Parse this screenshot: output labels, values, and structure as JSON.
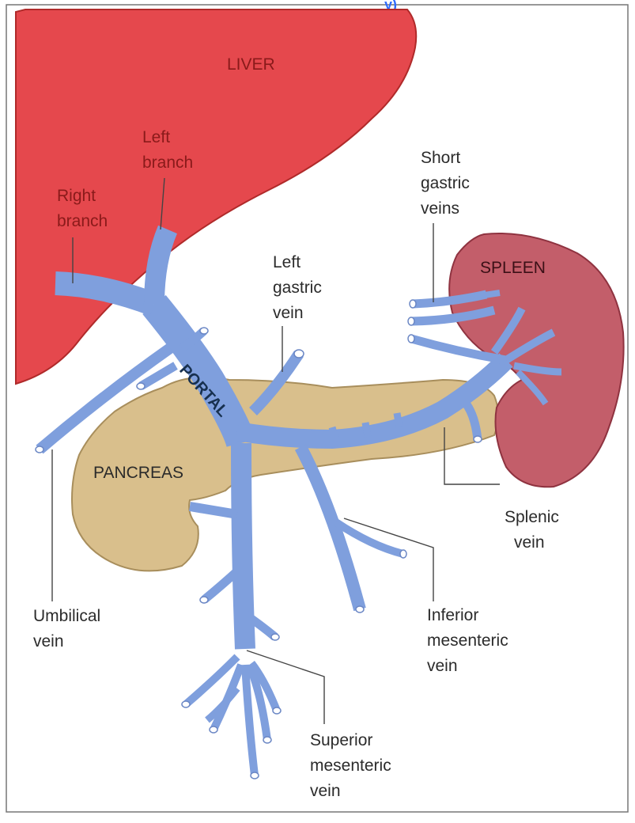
{
  "header_fragment": "y)",
  "labels": {
    "liver": "LIVER",
    "spleen": "SPLEEN",
    "pancreas": "PANCREAS",
    "portal": "PORTAL",
    "left_branch": [
      "Left",
      "branch"
    ],
    "right_branch": [
      "Right",
      "branch"
    ],
    "short_gastric_veins": [
      "Short",
      "gastric",
      "veins"
    ],
    "left_gastric_vein": [
      "Left",
      "gastric",
      "vein"
    ],
    "splenic_vein": [
      "Splenic",
      "vein"
    ],
    "umbilical_vein": [
      "Umbilical",
      "vein"
    ],
    "inferior_mesenteric_vein": [
      "Inferior",
      "mesenteric",
      "vein"
    ],
    "superior_mesenteric_vein": [
      "Superior",
      "mesenteric",
      "vein"
    ]
  },
  "colors": {
    "liver": "#e5484d",
    "liver_outline": "#b02a2a",
    "spleen": "#c35e6a",
    "spleen_outline": "#8f3340",
    "pancreas": "#d9bf8c",
    "pancreas_outline": "#a88e5c",
    "vein": "#7f9fdd",
    "header_accent": "#2f6bff"
  }
}
